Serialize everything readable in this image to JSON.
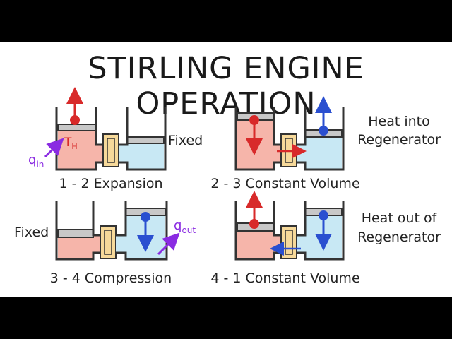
{
  "title": "STIRLING ENGINE OPERATION",
  "panels": {
    "p1": {
      "caption": "1 - 2 Expansion",
      "side_label": "Fixed",
      "heat_q": "q",
      "heat_sub": "in",
      "temp_T": "T",
      "temp_sub": "H"
    },
    "p2": {
      "caption": "2 - 3 Constant Volume",
      "note_line1": "Heat into",
      "note_line2": "Regenerator"
    },
    "p3": {
      "caption": "3 - 4 Compression",
      "side_label": "Fixed",
      "heat_q": "q",
      "heat_sub": "out"
    },
    "p4": {
      "caption": "4 - 1 Constant Volume",
      "note_line1": "Heat out of",
      "note_line2": "Regenerator"
    }
  },
  "colors": {
    "hot": "#f6b5aa",
    "cold": "#c8e8f4",
    "piston": "#c8c8c8",
    "regenerator": "#f6d99a",
    "red_arrow": "#d82a2a",
    "blue_arrow": "#2a4fd0",
    "purple_arrow": "#8a2be2",
    "outline": "#333333"
  }
}
